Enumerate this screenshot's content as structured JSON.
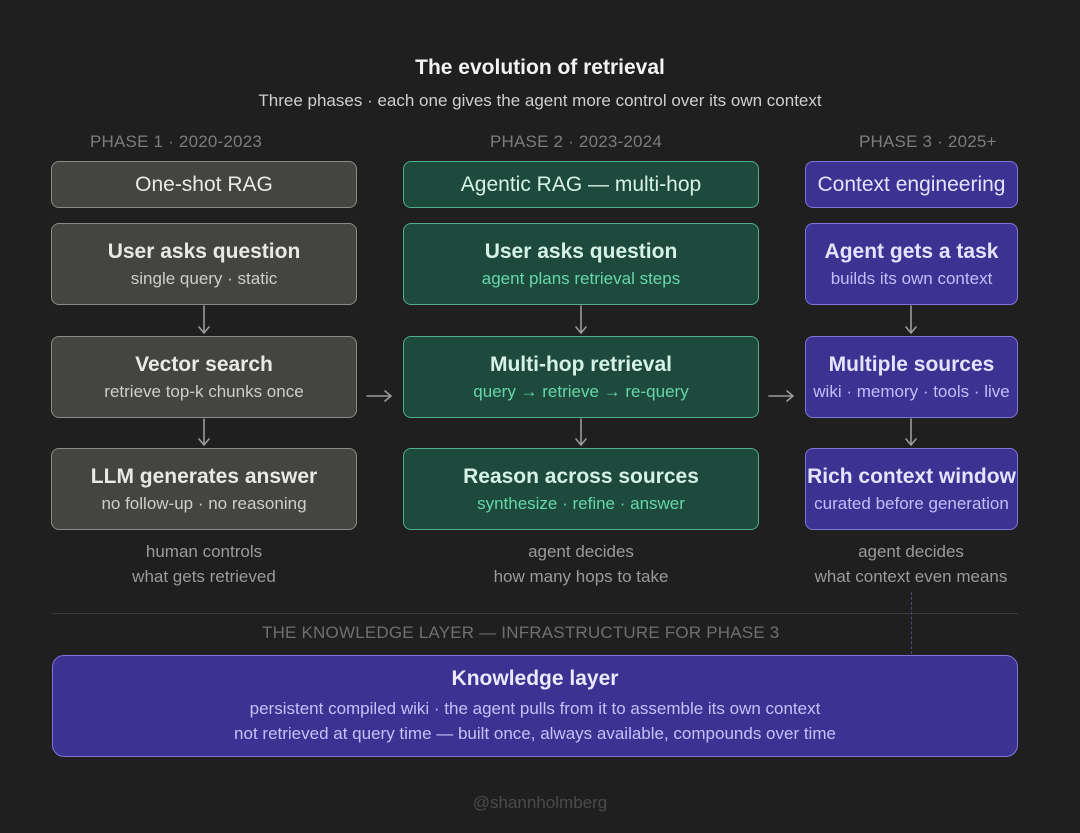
{
  "header": {
    "title": "The evolution of retrieval",
    "subtitle": "Three phases · each one gives the agent more control over its own context"
  },
  "phases": [
    {
      "label": "PHASE 1 · 2020-2023",
      "name": "One-shot RAG",
      "steps": [
        {
          "title": "User asks question",
          "sub": "single query · static"
        },
        {
          "title": "Vector search",
          "sub": "retrieve top-k chunks once"
        },
        {
          "title": "LLM generates answer",
          "sub": "no follow-up · no reasoning"
        }
      ],
      "caption": [
        "human controls",
        "what gets retrieved"
      ],
      "color": "#444441"
    },
    {
      "label": "PHASE 2 · 2023-2024",
      "name": "Agentic RAG — multi-hop",
      "steps": [
        {
          "title": "User asks question",
          "sub": "agent plans retrieval steps"
        },
        {
          "title": "Multi-hop retrieval",
          "sub": "query → retrieve → re-query"
        },
        {
          "title": "Reason across sources",
          "sub": "synthesize · refine · answer"
        }
      ],
      "caption": [
        "agent decides",
        "how many hops to take"
      ],
      "color": "#1e4a3d"
    },
    {
      "label": "PHASE 3 · 2025+",
      "name": "Context engineering",
      "steps": [
        {
          "title": "Agent gets a task",
          "sub": "builds its own context"
        },
        {
          "title": "Multiple sources",
          "sub": "wiki · memory · tools · live"
        },
        {
          "title": "Rich context window",
          "sub": "curated before generation"
        }
      ],
      "caption": [
        "agent decides",
        "what context even means"
      ],
      "color": "#3b3292"
    }
  ],
  "knowledge": {
    "section_label": "THE KNOWLEDGE LAYER — INFRASTRUCTURE FOR PHASE 3",
    "title": "Knowledge layer",
    "line1": "persistent compiled wiki · the agent pulls from it to assemble its own context",
    "line2": "not retrieved at query time — built once, always available, compounds over time"
  },
  "footer": "@shannholmberg"
}
